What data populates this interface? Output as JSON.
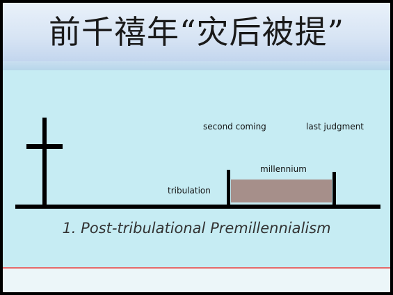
{
  "slide": {
    "title": "前千禧年“灾后被提”",
    "caption": "1. Post-tribulational Premillennialism"
  },
  "diagram": {
    "labels": {
      "second_coming": "second coming",
      "last_judgment": "last judgment",
      "millennium": "millennium",
      "tribulation": "tribulation"
    },
    "colors": {
      "panel": "#c6ecf3",
      "millennium_fill": "#a68f8a",
      "line": "#000000",
      "divider": "#e46a6a"
    },
    "icons": [
      "cross-icon"
    ]
  }
}
